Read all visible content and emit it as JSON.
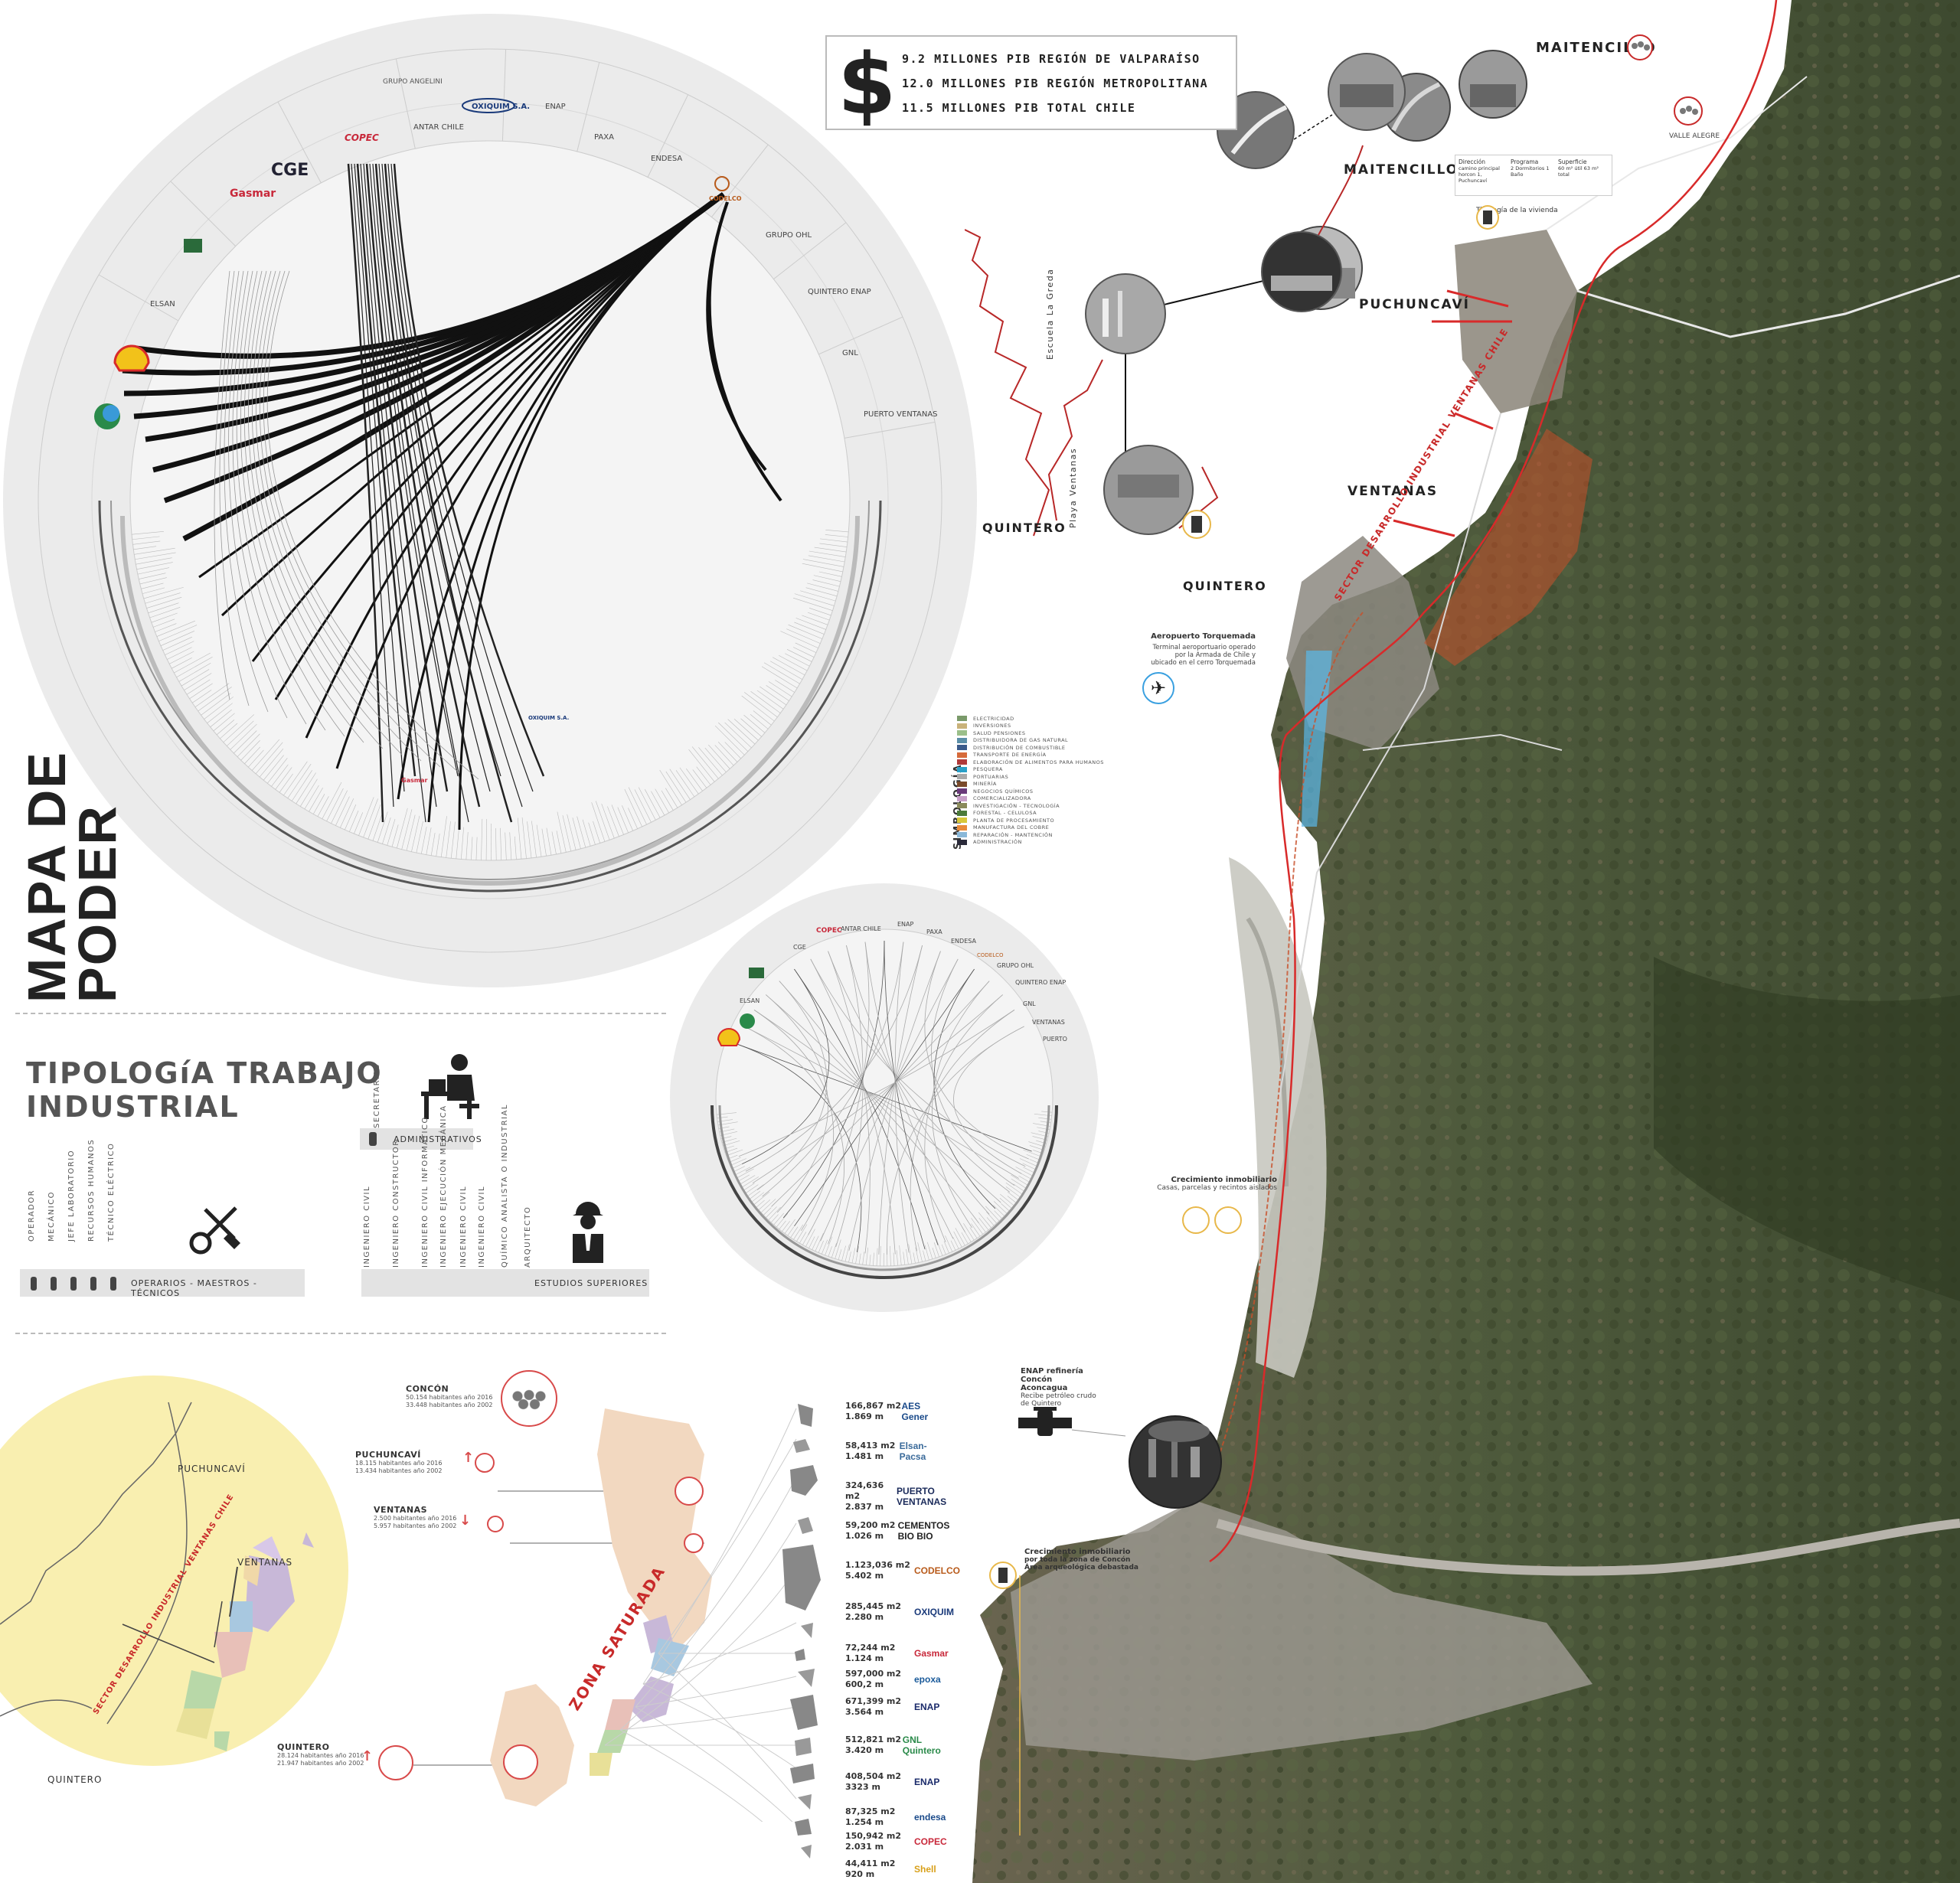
{
  "pib": {
    "symbol": "$",
    "lines": [
      "9.2 MILLONES  PIB REGIÓN DE VALPARAÍSO",
      "12.0 MILLONES  PIB REGIÓN METROPOLITANA",
      "11.5 MILLONES  PIB TOTAL CHILE"
    ]
  },
  "titles": {
    "mapa_line1": "MAPA DE",
    "mapa_line2": "PODER",
    "tipologia_line1": "TIPOLOGíA  TRABAJO",
    "tipologia_line2": "INDUSTRIAL"
  },
  "chord_big": {
    "companies": [
      "GRUPO ANGELINI",
      "ANTAR CHILE",
      "OXIQUIM S.A.",
      "ENAP",
      "PAXA",
      "ENDESA",
      "CODELCO",
      "GRUPO OHL",
      "QUINTERO ENAP",
      "GNL",
      "PUERTO VENTANAS",
      "ELSAN",
      "CGE",
      "COPEC",
      "Gasmar"
    ],
    "inner_labels": [
      "OXIQUIM S.A.",
      "Gasmar"
    ]
  },
  "chord_small": {
    "companies": [
      "ANTAR CHILE",
      "ENAP",
      "PAXA",
      "ENDESA",
      "CODELCO",
      "GRUPO OHL",
      "QUINTERO ENAP",
      "GNL",
      "VENTANAS",
      "PUERTO",
      "CGE",
      "COPEC",
      "ELSAN"
    ]
  },
  "legend": {
    "title": "SIMBOLOGÍA",
    "items": [
      {
        "label": "ELECTRICIDAD",
        "color": "#7a9a6a"
      },
      {
        "label": "INVERSIONES",
        "color": "#c9b27a"
      },
      {
        "label": "SALUD PENSIONES",
        "color": "#9bbf8a"
      },
      {
        "label": "DISTRIBUIDORA DE GAS NATURAL",
        "color": "#5b8fa8"
      },
      {
        "label": "DISTRIBUCIÓN DE COMBUSTIBLE",
        "color": "#3a5a8a"
      },
      {
        "label": "TRANSPORTE DE ENERGÍA",
        "color": "#d66a3a"
      },
      {
        "label": "ELABORACIÓN DE ALIMENTOS PARA HUMANOS",
        "color": "#b03a3a"
      },
      {
        "label": "PESQUERA",
        "color": "#2aa0c8"
      },
      {
        "label": "PORTUARIAS",
        "color": "#aaaaaa"
      },
      {
        "label": "MINERÍA",
        "color": "#7a4a2a"
      },
      {
        "label": "NEGOCIOS QUÍMICOS",
        "color": "#6a3a7a"
      },
      {
        "label": "COMERCIALIZADORA",
        "color": "#c8a0c8"
      },
      {
        "label": "INVESTIGACIÓN - TECNOLOGÍA",
        "color": "#8a8a5a"
      },
      {
        "label": "FORESTAL - CELULOSA",
        "color": "#4a7a3a"
      },
      {
        "label": "PLANTA DE PROCESAMIENTO",
        "color": "#d8c83a"
      },
      {
        "label": "MANUFACTURA DEL COBRE",
        "color": "#e88a3a"
      },
      {
        "label": "REPARACIÓN - MANTENCIÓN",
        "color": "#8ab8d8"
      },
      {
        "label": "ADMINISTRACIÓN",
        "color": "#2a2a3a"
      }
    ]
  },
  "workers": {
    "secretarias": "SECRETARIAS",
    "administrativos": "ADMINISTRATIVOS",
    "operarios_bar": "OPERARIOS - MAESTROS - TÉCNICOS",
    "operarios_roles": [
      "OPERADOR",
      "MECÁNICO",
      "JEFE LABORATORIO",
      "RECURSOS HUMANOS",
      "TÉCNICO ELÉCTRICO"
    ],
    "estudios_bar": "ESTUDIOS SUPERIORES",
    "estudios_roles": [
      "INGENIERO CIVIL",
      "INGENIERO CONSTRUCTOR",
      "INGENIERO CIVIL INFORMÁTICO",
      "INGENIERO EJECUCIÓN MECÁNICA",
      "INGENIERO CIVIL",
      "INGENIERO CIVIL",
      "QUÍMICO ANALISTA O INDUSTRIAL",
      "ARQUITECTO"
    ]
  },
  "map": {
    "places": {
      "maitencillo_top": "MAITENCILLO",
      "valle_alegre": "VALLE ALEGRE",
      "maitencillo": "MAITENCILLO",
      "puchuncavi": "PUCHUNCAVÍ",
      "ventanas": "VENTANAS",
      "quintero_left": "QUINTERO",
      "quintero": "QUINTERO"
    },
    "photo_labels": [
      "Escuela La Greda",
      "Playa Ventanas"
    ],
    "sector": "SECTOR DESARROLLO INDUSTRIAL VENTANAS CHILE",
    "vivienda": {
      "direccion": "Dirección",
      "direccion_detail": "camino principal horcon 1, Puchuncaví",
      "programa": "Programa",
      "programa_detail": "2 Dormitorios 1 Baño",
      "superficie": "Superficie",
      "superficie_detail": "60 m² útil 63 m² total",
      "tipologia": "Tipología de la vivienda"
    },
    "aeropuerto": {
      "title": "Aeropuerto Torquemada",
      "text": "Terminal aeroportuario operado por la Armada de Chile y ubicado en el cerro Torquemada"
    },
    "crecimiento1": {
      "title": "Crecimiento inmobiliario",
      "text": "Casas, parcelas y recintos aislados"
    },
    "enap": {
      "title": "ENAP refinería Concón Aconcagua",
      "text": "Recibe petróleo crudo de Quintero"
    },
    "crecimiento2": {
      "title": "Crecimiento inmobiliario",
      "text": "por toda la zona de Concón Área arqueológica debastada"
    }
  },
  "bottom": {
    "puchuncavi": "PUCHUNCAVÍ",
    "ventanas": "VENTANAS",
    "sector": "SECTOR DESARROLLO INDUSTRIAL VENTANAS CHILE",
    "quintero": "QUINTERO",
    "zona": "ZONA SATURADA",
    "stats": [
      {
        "name": "CONCÓN",
        "l1": "50.154 habitantes año 2016",
        "l2": "33.448 habitantes año 2002",
        "trend": ""
      },
      {
        "name": "PUCHUNCAVÍ",
        "l1": "18.115 habitantes año 2016",
        "l2": "13.434 habitantes año 2002",
        "trend": "↑"
      },
      {
        "name": "VENTANAS",
        "l1": "2.500 habitantes año 2016",
        "l2": "5.957 habitantes año 2002",
        "trend": "↓"
      },
      {
        "name": "QUINTERO",
        "l1": "28.124 habitantes año 2016",
        "l2": "21.947 habitantes año 2002",
        "trend": "↑"
      }
    ],
    "companies": [
      {
        "v1": "166,867 m2",
        "v2": "1.869 m",
        "logo": "AES Gener",
        "color": "#1a4a8a"
      },
      {
        "v1": "58,413 m2",
        "v2": "1.481 m",
        "logo": "Elsan-Pacsa",
        "color": "#3a6a9a"
      },
      {
        "v1": "324,636 m2",
        "v2": "2.837 m",
        "logo": "PUERTO VENTANAS",
        "color": "#1a2a5a"
      },
      {
        "v1": "59,200 m2",
        "v2": "1.026 m",
        "logo": "CEMENTOS BIO BIO",
        "color": "#222222"
      },
      {
        "v1": "1.123,036 m2",
        "v2": "5.402 m",
        "logo": "CODELCO",
        "color": "#b85a1a"
      },
      {
        "v1": "285,445 m2",
        "v2": "2.280 m",
        "logo": "OXIQUIM",
        "color": "#1a3a7a"
      },
      {
        "v1": "72,244 m2",
        "v2": "1.124 m",
        "logo": "Gasmar",
        "color": "#c8283a"
      },
      {
        "v1": "597,000 m2",
        "v2": "600,2 m",
        "logo": "epoxa",
        "color": "#1a5a9a"
      },
      {
        "v1": "671,399 m2",
        "v2": "3.564 m",
        "logo": "ENAP",
        "color": "#1a2a6a"
      },
      {
        "v1": "512,821 m2",
        "v2": "3.420 m",
        "logo": "GNL Quintero",
        "color": "#2a8a4a"
      },
      {
        "v1": "408,504 m2",
        "v2": "3323 m",
        "logo": "ENAP",
        "color": "#1a2a6a"
      },
      {
        "v1": "87,325 m2",
        "v2": "1.254 m",
        "logo": "endesa",
        "color": "#1a4a8a"
      },
      {
        "v1": "150,942 m2",
        "v2": "2.031 m",
        "logo": "COPEC",
        "color": "#c8283a"
      },
      {
        "v1": "44,411 m2",
        "v2": "920 m",
        "logo": "Shell",
        "color": "#d8a01a"
      }
    ]
  }
}
